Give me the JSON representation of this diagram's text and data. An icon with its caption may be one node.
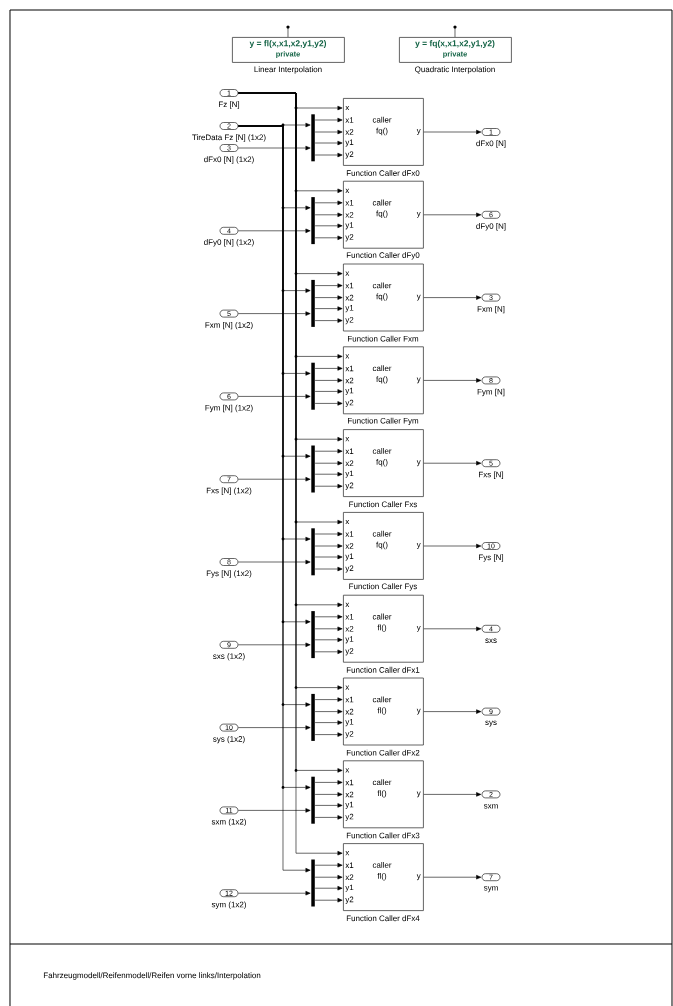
{
  "diagram": {
    "nodes": [
      {
        "text": [
          "y = fl(x,x1,x2,y1,y2)",
          "private",
          "Linear Interpolation"
        ]
      },
      {
        "text": [
          "y = fq(x,x1,x2,y1,y2)",
          "private",
          "Quadratic Interpolation"
        ]
      },
      {
        "text": [
          "1"
        ],
        "beside": [
          "Fz [N]"
        ]
      },
      {
        "text": [
          "2"
        ],
        "beside": [
          "TireData Fz [N] (1x2)"
        ]
      },
      {
        "text": [
          "3"
        ],
        "beside": [
          "dFx0 [N] (1x2)"
        ]
      },
      {
        "text": [
          "4"
        ],
        "beside": [
          "dFy0 [N] (1x2)"
        ]
      },
      {
        "text": [
          "5"
        ],
        "beside": [
          "Fxm [N] (1x2)"
        ]
      },
      {
        "text": [
          "6"
        ],
        "beside": [
          "Fym [N] (1x2)"
        ]
      },
      {
        "text": [
          "7"
        ],
        "beside": [
          "Fxs [N] (1x2)"
        ]
      },
      {
        "text": [
          "8"
        ],
        "beside": [
          "Fys [N] (1x2)"
        ]
      },
      {
        "text": [
          "9"
        ],
        "beside": [
          "sxs (1x2)"
        ]
      },
      {
        "text": [
          "10"
        ],
        "beside": [
          "sys (1x2)"
        ]
      },
      {
        "text": [
          "11"
        ],
        "beside": [
          "sxm (1x2)"
        ]
      },
      {
        "text": [
          "12"
        ],
        "beside": [
          "sym (1x2)"
        ]
      },
      {
        "text": [],
        "shape": "bar"
      },
      {
        "text": [],
        "shape": "bar"
      },
      {
        "text": [],
        "shape": "bar"
      },
      {
        "text": [],
        "shape": "bar"
      },
      {
        "text": [],
        "shape": "bar"
      },
      {
        "text": [],
        "shape": "bar"
      },
      {
        "text": [],
        "shape": "bar"
      },
      {
        "text": [],
        "shape": "bar"
      },
      {
        "text": [],
        "shape": "bar"
      },
      {
        "text": [],
        "shape": "bar"
      },
      {
        "text": [
          "x",
          "x1",
          "x2",
          "y1",
          "y2",
          "caller",
          "fq()",
          "y",
          "Function Caller dFx0"
        ]
      },
      {
        "text": [
          "x",
          "x1",
          "x2",
          "y1",
          "y2",
          "caller",
          "fq()",
          "y",
          "Function Caller dFy0"
        ]
      },
      {
        "text": [
          "x",
          "x1",
          "x2",
          "y1",
          "y2",
          "caller",
          "fq()",
          "y",
          "Function Caller Fxm"
        ]
      },
      {
        "text": [
          "x",
          "x1",
          "x2",
          "y1",
          "y2",
          "caller",
          "fq()",
          "y",
          "Function Caller Fym"
        ]
      },
      {
        "text": [
          "x",
          "x1",
          "x2",
          "y1",
          "y2",
          "caller",
          "fq()",
          "y",
          "Function Caller Fxs"
        ]
      },
      {
        "text": [
          "x",
          "x1",
          "x2",
          "y1",
          "y2",
          "caller",
          "fq()",
          "y",
          "Function Caller Fys"
        ]
      },
      {
        "text": [
          "x",
          "x1",
          "x2",
          "y1",
          "y2",
          "caller",
          "fl()",
          "y",
          "Function Caller dFx1"
        ]
      },
      {
        "text": [
          "x",
          "x1",
          "x2",
          "y1",
          "y2",
          "caller",
          "fl()",
          "y",
          "Function Caller dFx2"
        ]
      },
      {
        "text": [
          "x",
          "x1",
          "x2",
          "y1",
          "y2",
          "caller",
          "fl()",
          "y",
          "Function Caller dFx3"
        ]
      },
      {
        "text": [
          "x",
          "x1",
          "x2",
          "y1",
          "y2",
          "caller",
          "fl()",
          "y",
          "Function Caller dFx4"
        ]
      },
      {
        "text": [
          "1"
        ],
        "beside": [
          "dFx0 [N]"
        ]
      },
      {
        "text": [
          "6"
        ],
        "beside": [
          "dFy0 [N]"
        ]
      },
      {
        "text": [
          "3"
        ],
        "beside": [
          "Fxm [N]"
        ]
      },
      {
        "text": [
          "8"
        ],
        "beside": [
          "Fym [N]"
        ]
      },
      {
        "text": [
          "5"
        ],
        "beside": [
          "Fxs [N]"
        ]
      },
      {
        "text": [
          "10"
        ],
        "beside": [
          "Fys [N]"
        ]
      },
      {
        "text": [
          "4"
        ],
        "beside": [
          "sxs"
        ]
      },
      {
        "text": [
          "9"
        ],
        "beside": [
          "sys"
        ]
      },
      {
        "text": [
          "2"
        ],
        "beside": [
          "sxm"
        ]
      },
      {
        "text": [
          "7"
        ],
        "beside": [
          "sym"
        ]
      }
    ],
    "edges": [
      {
        "from": 2,
        "to": 24,
        "arrow": "to"
      },
      {
        "from": 2,
        "to": 25,
        "arrow": "to"
      },
      {
        "from": 2,
        "to": 26,
        "arrow": "to"
      },
      {
        "from": 2,
        "to": 27,
        "arrow": "to"
      },
      {
        "from": 2,
        "to": 28,
        "arrow": "to"
      },
      {
        "from": 2,
        "to": 29,
        "arrow": "to"
      },
      {
        "from": 2,
        "to": 30,
        "arrow": "to"
      },
      {
        "from": 2,
        "to": 31,
        "arrow": "to"
      },
      {
        "from": 2,
        "to": 32,
        "arrow": "to"
      },
      {
        "from": 2,
        "to": 33,
        "arrow": "to"
      },
      {
        "from": 3,
        "to": 14,
        "arrow": "to"
      },
      {
        "from": 3,
        "to": 15,
        "arrow": "to"
      },
      {
        "from": 3,
        "to": 16,
        "arrow": "to"
      },
      {
        "from": 3,
        "to": 17,
        "arrow": "to"
      },
      {
        "from": 3,
        "to": 18,
        "arrow": "to"
      },
      {
        "from": 3,
        "to": 19,
        "arrow": "to"
      },
      {
        "from": 3,
        "to": 20,
        "arrow": "to"
      },
      {
        "from": 3,
        "to": 21,
        "arrow": "to"
      },
      {
        "from": 3,
        "to": 22,
        "arrow": "to"
      },
      {
        "from": 3,
        "to": 23,
        "arrow": "to"
      },
      {
        "from": 4,
        "to": 14,
        "arrow": "to"
      },
      {
        "from": 5,
        "to": 15,
        "arrow": "to"
      },
      {
        "from": 6,
        "to": 16,
        "arrow": "to"
      },
      {
        "from": 7,
        "to": 17,
        "arrow": "to"
      },
      {
        "from": 8,
        "to": 18,
        "arrow": "to"
      },
      {
        "from": 9,
        "to": 19,
        "arrow": "to"
      },
      {
        "from": 10,
        "to": 20,
        "arrow": "to"
      },
      {
        "from": 11,
        "to": 21,
        "arrow": "to"
      },
      {
        "from": 12,
        "to": 22,
        "arrow": "to"
      },
      {
        "from": 13,
        "to": 23,
        "arrow": "to"
      },
      {
        "from": 14,
        "to": 24,
        "arrow": "to"
      },
      {
        "from": 14,
        "to": 24,
        "arrow": "to"
      },
      {
        "from": 14,
        "to": 24,
        "arrow": "to"
      },
      {
        "from": 14,
        "to": 24,
        "arrow": "to"
      },
      {
        "from": 15,
        "to": 25,
        "arrow": "to"
      },
      {
        "from": 15,
        "to": 25,
        "arrow": "to"
      },
      {
        "from": 15,
        "to": 25,
        "arrow": "to"
      },
      {
        "from": 15,
        "to": 25,
        "arrow": "to"
      },
      {
        "from": 16,
        "to": 26,
        "arrow": "to"
      },
      {
        "from": 16,
        "to": 26,
        "arrow": "to"
      },
      {
        "from": 16,
        "to": 26,
        "arrow": "to"
      },
      {
        "from": 16,
        "to": 26,
        "arrow": "to"
      },
      {
        "from": 17,
        "to": 27,
        "arrow": "to"
      },
      {
        "from": 17,
        "to": 27,
        "arrow": "to"
      },
      {
        "from": 17,
        "to": 27,
        "arrow": "to"
      },
      {
        "from": 17,
        "to": 27,
        "arrow": "to"
      },
      {
        "from": 18,
        "to": 28,
        "arrow": "to"
      },
      {
        "from": 18,
        "to": 28,
        "arrow": "to"
      },
      {
        "from": 18,
        "to": 28,
        "arrow": "to"
      },
      {
        "from": 18,
        "to": 28,
        "arrow": "to"
      },
      {
        "from": 19,
        "to": 29,
        "arrow": "to"
      },
      {
        "from": 19,
        "to": 29,
        "arrow": "to"
      },
      {
        "from": 19,
        "to": 29,
        "arrow": "to"
      },
      {
        "from": 19,
        "to": 29,
        "arrow": "to"
      },
      {
        "from": 20,
        "to": 30,
        "arrow": "to"
      },
      {
        "from": 20,
        "to": 30,
        "arrow": "to"
      },
      {
        "from": 20,
        "to": 30,
        "arrow": "to"
      },
      {
        "from": 20,
        "to": 30,
        "arrow": "to"
      },
      {
        "from": 21,
        "to": 31,
        "arrow": "to"
      },
      {
        "from": 21,
        "to": 31,
        "arrow": "to"
      },
      {
        "from": 21,
        "to": 31,
        "arrow": "to"
      },
      {
        "from": 21,
        "to": 31,
        "arrow": "to"
      },
      {
        "from": 22,
        "to": 32,
        "arrow": "to"
      },
      {
        "from": 22,
        "to": 32,
        "arrow": "to"
      },
      {
        "from": 22,
        "to": 32,
        "arrow": "to"
      },
      {
        "from": 22,
        "to": 32,
        "arrow": "to"
      },
      {
        "from": 23,
        "to": 33,
        "arrow": "to"
      },
      {
        "from": 23,
        "to": 33,
        "arrow": "to"
      },
      {
        "from": 23,
        "to": 33,
        "arrow": "to"
      },
      {
        "from": 23,
        "to": 33,
        "arrow": "to"
      },
      {
        "from": 24,
        "to": 34,
        "arrow": "to"
      },
      {
        "from": 25,
        "to": 35,
        "arrow": "to"
      },
      {
        "from": 26,
        "to": 36,
        "arrow": "to"
      },
      {
        "from": 27,
        "to": 37,
        "arrow": "to"
      },
      {
        "from": 28,
        "to": 38,
        "arrow": "to"
      },
      {
        "from": 29,
        "to": 39,
        "arrow": "to"
      },
      {
        "from": 30,
        "to": 40,
        "arrow": "to"
      },
      {
        "from": 31,
        "to": 41,
        "arrow": "to"
      },
      {
        "from": 32,
        "to": 42,
        "arrow": "to"
      },
      {
        "from": 33,
        "to": 43,
        "arrow": "to"
      }
    ],
    "labels": [
      "Fahrzeugmodell/Reifenmodell/Reifen vorne links/Interpolation"
    ]
  }
}
